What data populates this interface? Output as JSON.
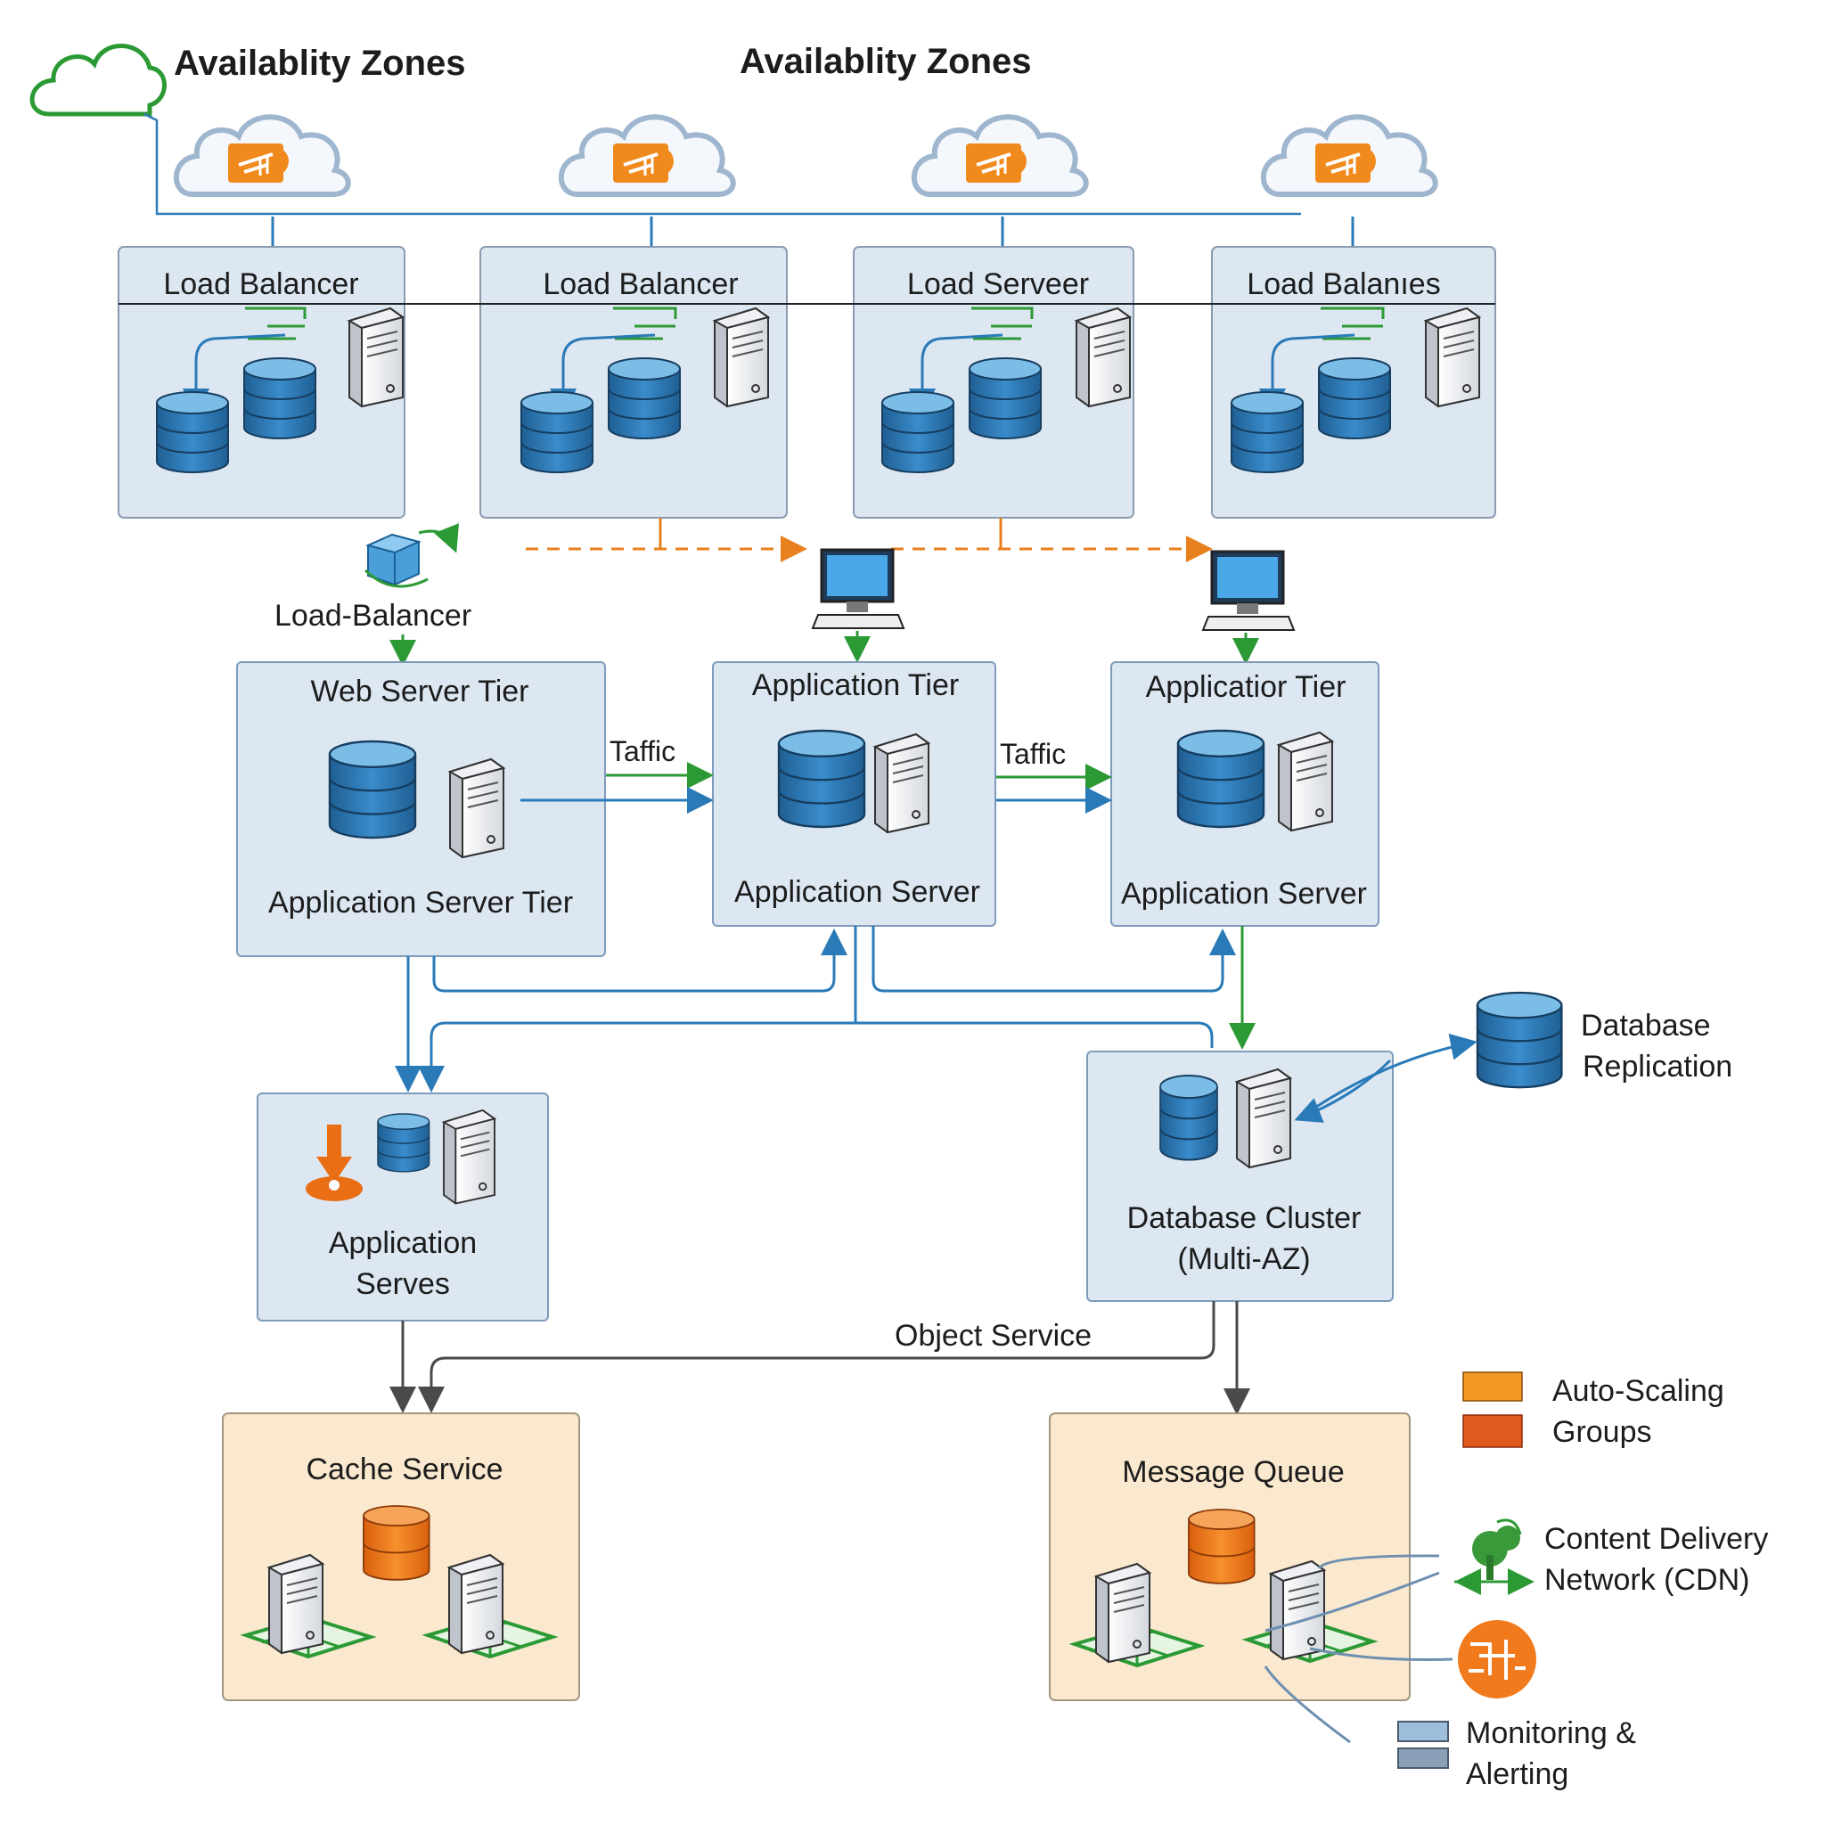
{
  "headings": {
    "left": "Availablity Zones",
    "center": "Availablity Zones"
  },
  "zones": [
    {
      "title": "Load Balancer"
    },
    {
      "title": "Load Balancer"
    },
    {
      "title": "Load Serveer"
    },
    {
      "title": "Load Balanıes"
    }
  ],
  "load_balancer_label": "Load-Balancer",
  "tiers": {
    "web": {
      "title": "Web Server Tier",
      "subtitle": "Application Server Tier"
    },
    "app1": {
      "title": "Application Tier",
      "subtitle": "Application Server"
    },
    "app2": {
      "title": "Applicatior Tier",
      "subtitle": "Application Server"
    }
  },
  "traffic_labels": [
    "Taffic",
    "Taffic"
  ],
  "app_serves": {
    "line1": "Application",
    "line2": "Serves"
  },
  "db_cluster": {
    "line1": "Database Cluster",
    "line2": "(Multi-AZ)"
  },
  "db_replication": {
    "line1": "Database",
    "line2": "Replication"
  },
  "object_service": "Object Service",
  "cache_service": "Cache Service",
  "message_queue": "Message Queue",
  "legend": {
    "auto_scaling": {
      "line1": "Auto-Scaling",
      "line2": "Groups"
    },
    "cdn": {
      "line1": "Content Delivery",
      "line2": "Network (CDN)"
    },
    "monitoring": {
      "line1": "Monitoring &",
      "line2": "Alerting"
    }
  },
  "colors": {
    "accent_orange": "#f0841c",
    "accent_red_orange": "#e05a1e",
    "db_blue": "#2f7fbf",
    "panel_blue": "#dde7f2",
    "panel_cream": "#fbe9cf",
    "green": "#2b9a34",
    "line_blue": "#2a7ab8"
  }
}
